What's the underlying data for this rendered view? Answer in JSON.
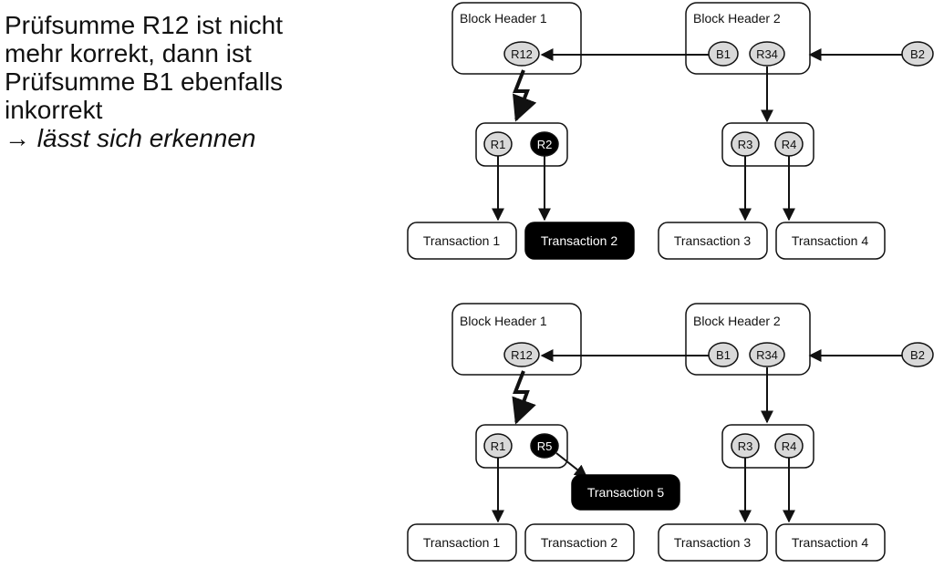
{
  "caption": {
    "lines": [
      "Prüfsumme R12 ist nicht",
      "mehr korrekt, dann ist",
      "Prüfsumme B1 ebenfalls",
      "inkorrekt"
    ],
    "conclusion": "→ lässt sich erkennen"
  },
  "top": {
    "header1": "Block Header 1",
    "header2": "Block Header 2",
    "r12": "R12",
    "b1": "B1",
    "r34": "R34",
    "b2": "B2",
    "r1": "R1",
    "r2": "R2",
    "r3": "R3",
    "r4": "R4",
    "t1": "Transaction 1",
    "t2": "Transaction 2",
    "t3": "Transaction 3",
    "t4": "Transaction 4"
  },
  "bottom": {
    "header1": "Block Header 1",
    "header2": "Block Header 2",
    "r12": "R12",
    "b1": "B1",
    "r34": "R34",
    "b2": "B2",
    "r1": "R1",
    "r5": "R5",
    "r3": "R3",
    "r4": "R4",
    "t5": "Transaction 5",
    "t1": "Transaction 1",
    "t2": "Transaction 2",
    "t3": "Transaction 3",
    "t4": "Transaction 4"
  },
  "colors": {
    "node_fill": "#d9d9d9",
    "highlight": "#000000",
    "stroke": "#111111"
  }
}
